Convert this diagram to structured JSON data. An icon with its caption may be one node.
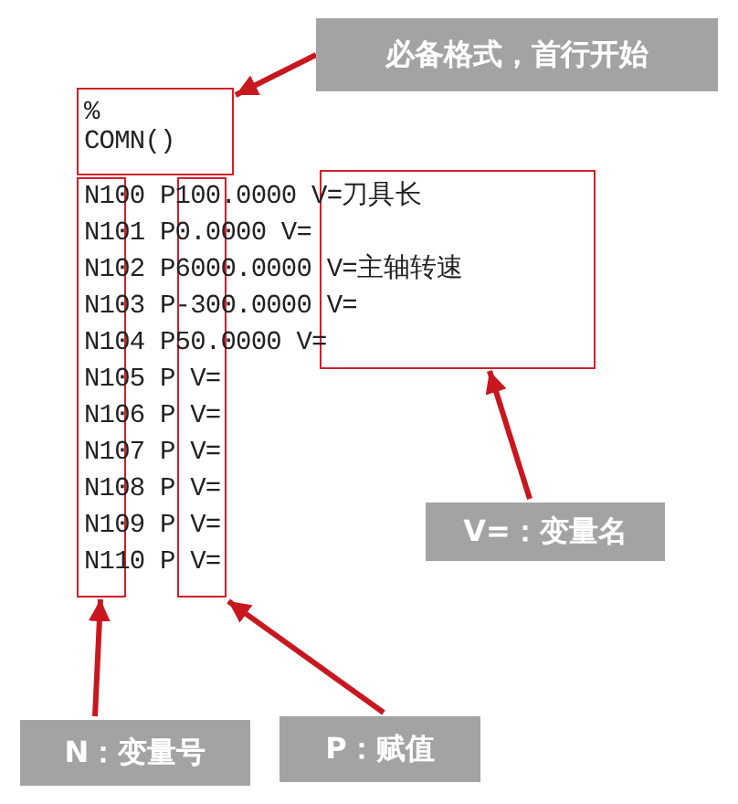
{
  "diagram": {
    "nodes": [
      {
        "text": [
          "必备格式，首行开始"
        ]
      },
      {
        "text": [],
        "shape": "box"
      },
      {
        "text": [],
        "shape": "box"
      },
      {
        "text": [],
        "shape": "box"
      },
      {
        "text": [],
        "shape": "box"
      },
      {
        "text": [
          "V=：变量名"
        ]
      },
      {
        "text": [
          "N：变量号"
        ]
      },
      {
        "text": [
          "P：赋值"
        ]
      }
    ],
    "edges": [
      {
        "from": 0,
        "to": 1,
        "arrow": "to"
      },
      {
        "from": 5,
        "to": 4,
        "arrow": "to"
      },
      {
        "from": 6,
        "to": 2,
        "arrow": "to"
      },
      {
        "from": 7,
        "to": 3,
        "arrow": "to"
      }
    ],
    "labels": [
      "%",
      "COMN()",
      "N100 P100.0000 V=刀具长",
      "N101 P0.0000 V=",
      "N102 P6000.0000 V=主轴转速",
      "N103 P-300.0000 V=",
      "N104 P50.0000 V=",
      "N105 P V=",
      "N106 P V=",
      "N107 P V=",
      "N108 P V=",
      "N109 P V=",
      "N110 P V="
    ]
  }
}
